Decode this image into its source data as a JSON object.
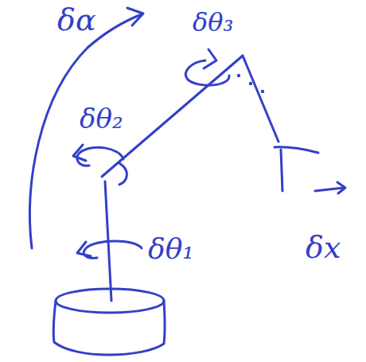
{
  "diagram": {
    "labels": [
      "δα",
      "δθ₃",
      "δθ₂",
      "δθ₁",
      "δx"
    ]
  }
}
